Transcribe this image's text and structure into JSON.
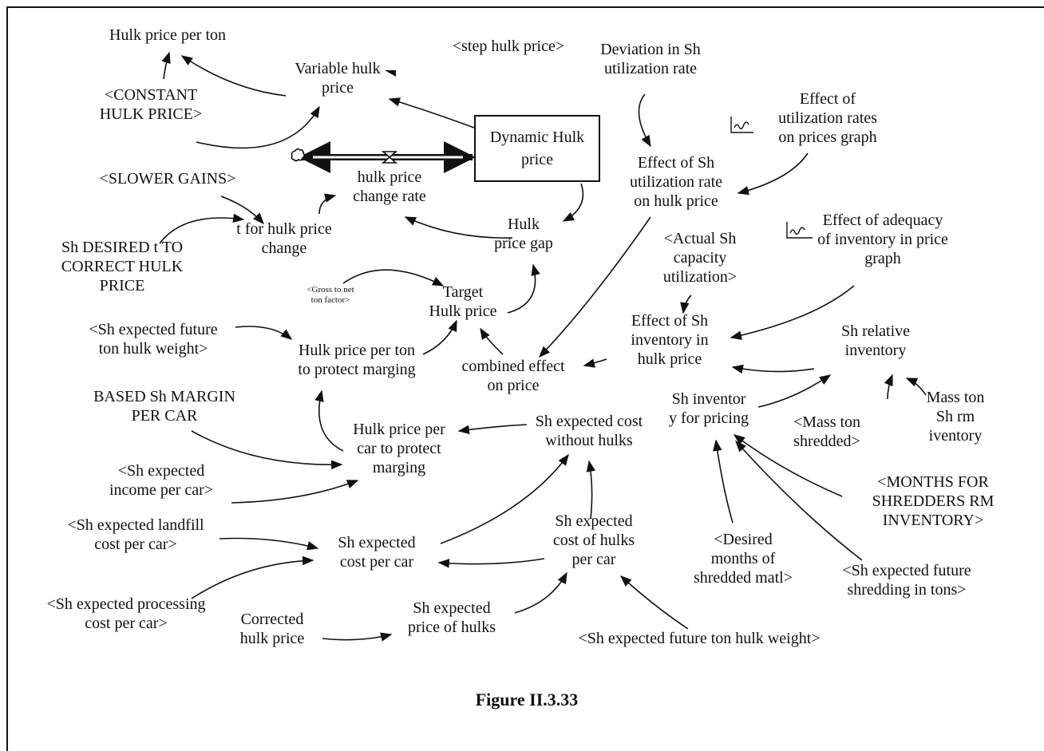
{
  "figure": {
    "caption": "Figure II.3.33"
  },
  "stock": {
    "label": "Dynamic Hulk\nprice"
  },
  "flow": {
    "label": "hulk price\nchange rate",
    "cloud_icon": "cloud-icon",
    "valve_icon": "valve-icon"
  },
  "graph_icon": "graph-lookup-icon",
  "nodes": {
    "hulk_price_per_ton": "Hulk price per ton",
    "step_hulk_price": "<step hulk price>",
    "deviation_sh_utilization": "Deviation in Sh\nutilization rate",
    "variable_hulk_price": "Variable hulk\nprice",
    "constant_hulk_price": "<CONSTANT\nHULK PRICE>",
    "effect_util_rates_graph": "Effect of\nutilization rates\non prices graph",
    "effect_sh_util_on_price": "Effect of Sh\nutilization rate\non hulk price",
    "slower_gains": "<SLOWER GAINS>",
    "t_for_hulk_price_change": "t for hulk price\nchange",
    "hulk_price_gap": "Hulk\nprice gap",
    "effect_adequacy_inventory_graph": "Effect of adequacy\nof inventory in price\ngraph",
    "sh_desired_t": "Sh DESIRED t TO\nCORRECT HULK\nPRICE",
    "gross_to_net": "<Gross to net\nton factor>",
    "target_hulk_price": "Target\nHulk price",
    "actual_sh_capacity": "<Actual Sh\ncapacity\nutilization>",
    "effect_sh_inventory": "Effect of Sh\ninventory in\nhulk price",
    "sh_relative_inventory": "Sh relative\ninventory",
    "sh_expected_future_ton_hulk_weight_1": "<Sh expected future\nton hulk weight>",
    "hulk_price_per_ton_protect": "Hulk price per ton\nto protect marging",
    "combined_effect": "combined effect\non price",
    "based_sh_margin": "BASED Sh MARGIN\nPER CAR",
    "sh_inventory_for_pricing": "Sh inventor\ny for pricing",
    "mass_ton_shredded": "<Mass ton\nshredded>",
    "mass_ton_sh_rm": "Mass ton\nSh rm\niventory",
    "hulk_price_per_car_protect": "Hulk price per\ncar to protect\nmarging",
    "sh_expected_cost_without_hulks": "Sh expected cost\nwithout hulks",
    "sh_expected_income_per_car": "<Sh expected\nincome per car>",
    "months_for_shredders": "<MONTHS FOR\nSHREDDERS RM\nINVENTORY>",
    "sh_expected_landfill": "<Sh expected landfill\ncost per car>",
    "sh_expected_cost_per_car": "Sh expected\ncost per car",
    "sh_expected_cost_of_hulks": "Sh expected\ncost of hulks\nper car",
    "desired_months_shredded": "<Desired\nmonths of\nshredded matl>",
    "sh_expected_future_shredding": "<Sh expected future\nshredding in tons>",
    "sh_expected_processing": "<Sh expected processing\ncost per car>",
    "corrected_hulk_price": "Corrected\nhulk price",
    "sh_expected_price_of_hulks": "Sh expected\nprice of hulks",
    "sh_expected_future_ton_hulk_weight_2": "<Sh expected future ton hulk weight>"
  }
}
